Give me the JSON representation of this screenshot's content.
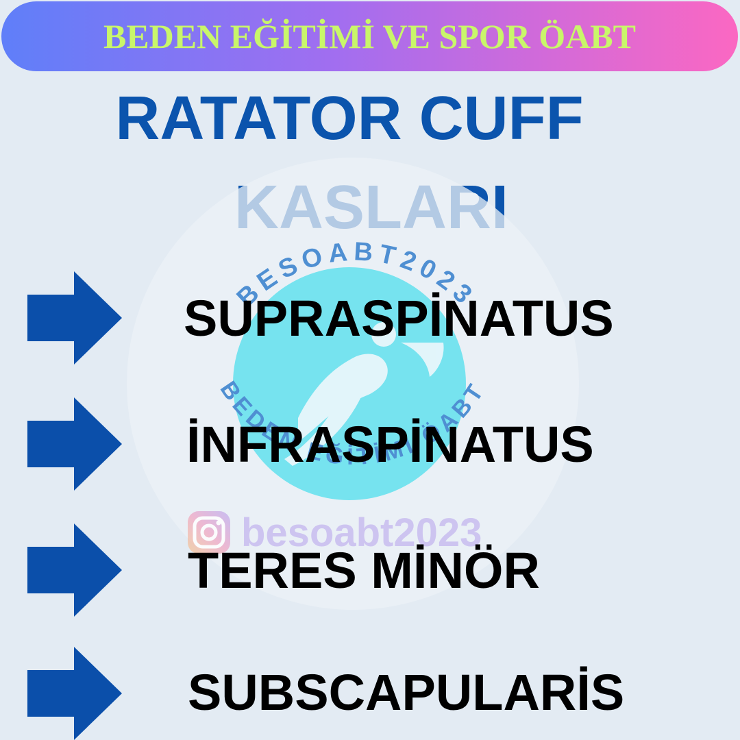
{
  "banner": {
    "text": "BEDEN EĞİTİMİ VE SPOR ÖABT"
  },
  "title": {
    "line1": "RATATOR CUFF",
    "line2": "KASLARI"
  },
  "watermark": {
    "ring_top": "BESOABT2023",
    "ring_bottom": "BEDEN EĞİTİMİ ÖABT",
    "instagram_handle": "besoabt2023",
    "icon": "running-person-icon"
  },
  "muscles": [
    {
      "label": "SUPRASPİNATUS"
    },
    {
      "label": "İNFRASPİNATUS"
    },
    {
      "label": "TERES MİNÖR"
    },
    {
      "label": "SUBSCAPULARİS"
    }
  ],
  "colors": {
    "background": "#e3ebf3",
    "title": "#0b54ad",
    "arrow": "#0b4faa",
    "banner_text": "#c9f66a",
    "banner_start": "#5f7ff9",
    "banner_end": "#fb68c2",
    "logo_circle": "#76e3ef",
    "ring_text": "#4f8fd2"
  }
}
